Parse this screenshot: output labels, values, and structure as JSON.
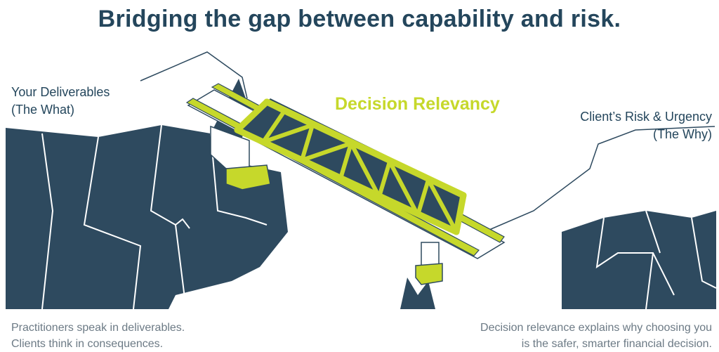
{
  "title": "Bridging the gap between capability and risk.",
  "left_label": {
    "line1": "Your Deliverables",
    "line2": "(The What)"
  },
  "right_label": {
    "line1": "Client’s Risk & Urgency",
    "line2": "(The Why)"
  },
  "bridge_label": "Decision Relevancy",
  "caption_left": {
    "line1": "Practitioners speak in deliverables.",
    "line2": "Clients think in consequences."
  },
  "caption_right": {
    "line1": "Decision relevance explains why choosing you",
    "line2": "is the safer, smarter financial decision."
  },
  "colors": {
    "rock": "#2e4a5f",
    "bridge": "#c6d82b",
    "title": "#24465c",
    "caption": "#6c7a85"
  }
}
